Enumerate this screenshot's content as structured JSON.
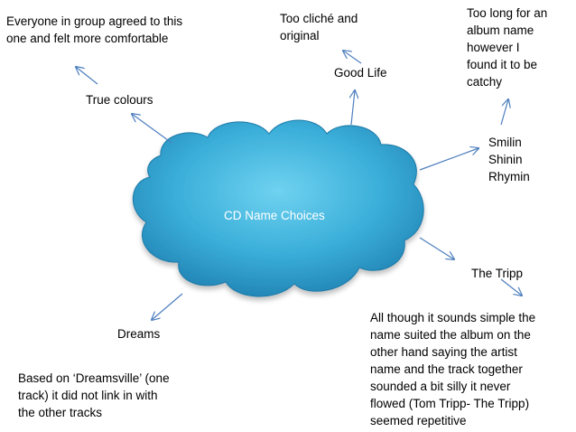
{
  "center": "CD Name Choices",
  "options": {
    "true_colours": {
      "name": "True colours",
      "comment": [
        "Everyone in group agreed to this",
        "one and felt more comfortable"
      ]
    },
    "good_life": {
      "name": "Good Life",
      "comment": [
        "Too cliché and",
        "original"
      ]
    },
    "smilin": {
      "name": [
        "Smilin",
        "Shinin",
        "Rhymin"
      ],
      "comment": [
        "Too long for an",
        "album name",
        "however I",
        "found it to be",
        "catchy"
      ]
    },
    "the_tripp": {
      "name": "The Tripp",
      "comment": [
        "All though it sounds simple the",
        "name suited the album on the",
        "other hand saying the artist",
        "name and the track together",
        "sounded a bit silly it never",
        "flowed (Tom Tripp- The Tripp)",
        "seemed repetitive"
      ]
    },
    "dreams": {
      "name": "Dreams",
      "comment": [
        "Based on ‘Dreamsville’ (one",
        "track) it did not link in with",
        "the other tracks"
      ]
    }
  },
  "colors": {
    "cloud_light": "#6ed0ef",
    "cloud_dark": "#1f86b6",
    "arrow": "#4d7fbe"
  }
}
